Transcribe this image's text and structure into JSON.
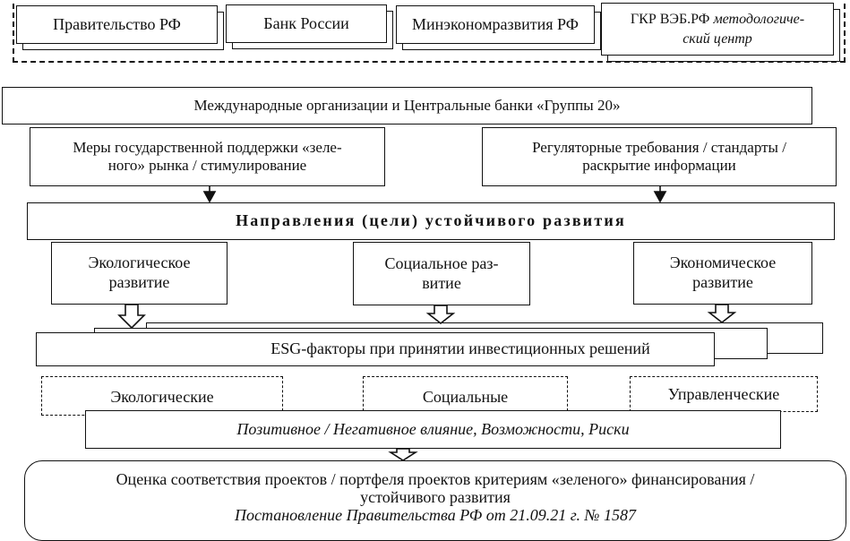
{
  "regulators": {
    "government": "Правительство РФ",
    "central_bank": "Банк России",
    "ministry": "Минэкономразвития РФ",
    "veb_line1_regular": "ГКР ВЭБ.РФ ",
    "veb_line1_italic": "методологиче-",
    "veb_line2_italic": "ский центр"
  },
  "international": "Международные организации и Центральные банки «Группы 20»",
  "support_measures_line1": "Меры государственной поддержки «зеле-",
  "support_measures_line2": "ного» рынка / стимулирование",
  "regulatory_line1": "Регуляторные требования / стандарты /",
  "regulatory_line2": "раскрытие информации",
  "directions": "Направления (цели) устойчивого развития",
  "dev_areas": {
    "ecological_line1": "Экологическое",
    "ecological_line2": "развитие",
    "social_line1": "Социальное раз-",
    "social_line2": "витие",
    "economic_line1": "Экономическое",
    "economic_line2": "развитие"
  },
  "esg_factors": "ESG-факторы при принятии инвестиционных решений",
  "factor_types": {
    "environmental": "Экологические",
    "social": "Социальные",
    "governance": "Управленческие"
  },
  "impact": "Позитивное / Негативное влияние, Возможности, Риски",
  "assessment_line1": "Оценка соответствия проектов / портфеля проектов критериям «зеленого» финансирования /",
  "assessment_line2": "устойчивого развития",
  "decree": "Постановление Правительства РФ от 21.09.21 г. № 1587"
}
